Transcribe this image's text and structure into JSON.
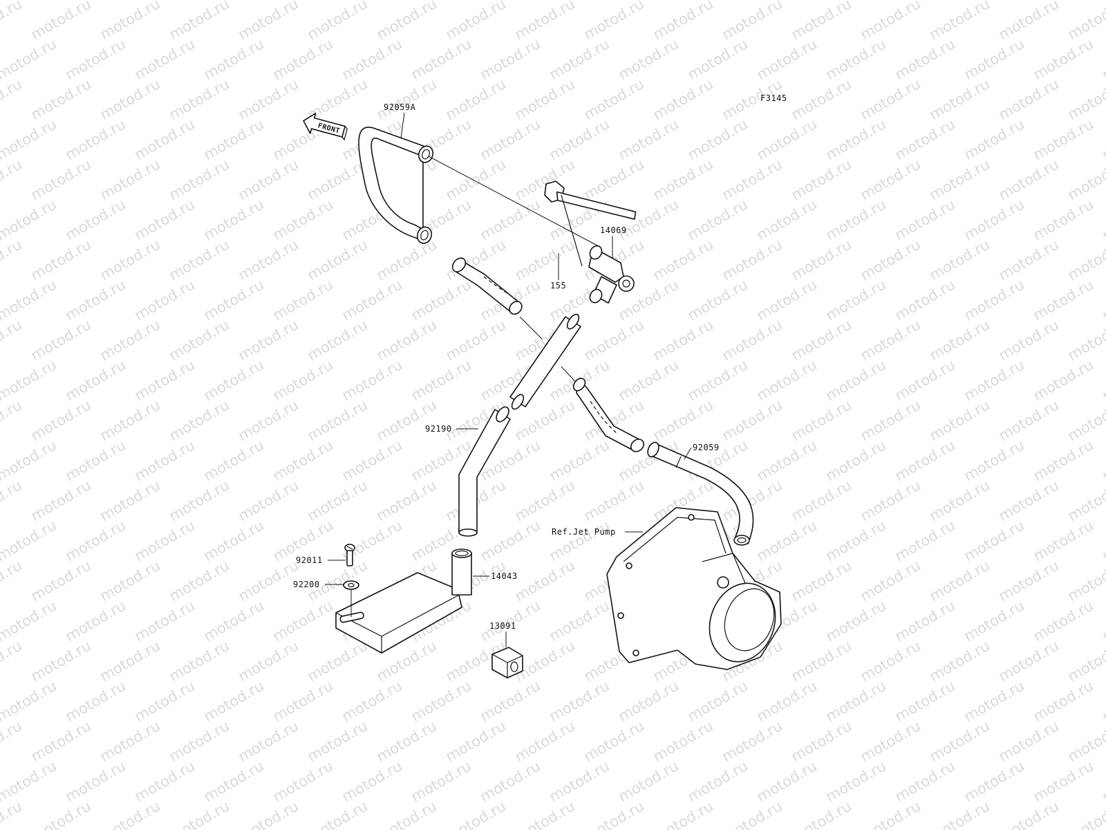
{
  "diagram": {
    "code": "F3145",
    "front_marker": "FRONT",
    "watermark": "motod.ru",
    "parts": {
      "p92059A": "92059A",
      "p14069": "14069",
      "p155": "155",
      "p92190": "92190",
      "p92059": "92059",
      "p92011": "92011",
      "p92200": "92200",
      "p14043": "14043",
      "p13091": "13091",
      "ref_jet_pump": "Ref.Jet Pump"
    }
  }
}
